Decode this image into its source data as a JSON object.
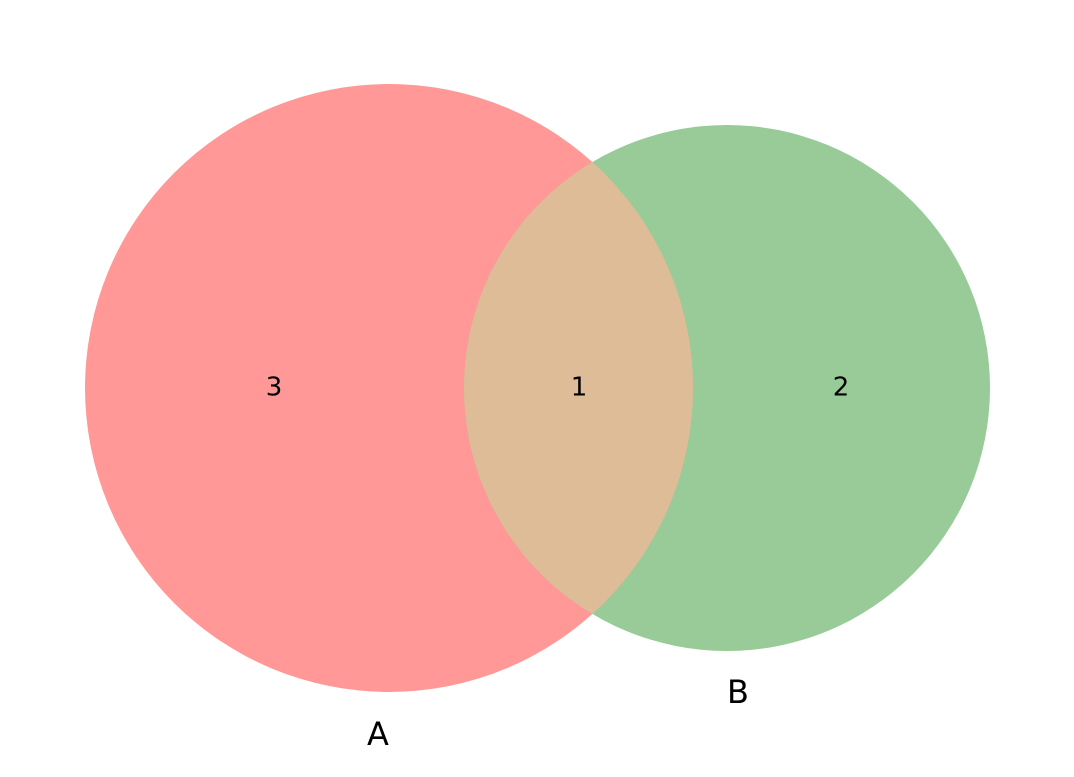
{
  "colors": {
    "set_a": "#ff9896",
    "set_b": "#98cb98",
    "overlap": "#dfbc98"
  },
  "chart_data": {
    "type": "venn",
    "sets": [
      {
        "name": "A",
        "exclusive_count": 3
      },
      {
        "name": "B",
        "exclusive_count": 2
      }
    ],
    "intersection_count": 1
  },
  "labels": {
    "region_a_only": "3",
    "region_overlap": "1",
    "region_b_only": "2",
    "set_a_name": "A",
    "set_b_name": "B"
  }
}
